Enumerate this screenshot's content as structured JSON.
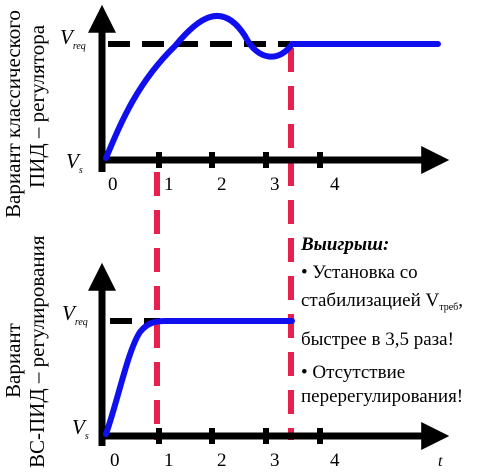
{
  "top_panel": {
    "side_label_line1": "Вариант классического",
    "side_label_line2": "ПИД – регулятора",
    "y_top_label": "V",
    "y_top_sub": "req",
    "y_bottom_label": "V",
    "y_bottom_sub": "s",
    "ticks": [
      "0",
      "1",
      "2",
      "3",
      "4"
    ]
  },
  "bottom_panel": {
    "side_label_line1": "Вариант",
    "side_label_line2": "ВС-ПИД – регулирования",
    "y_top_label": "V",
    "y_top_sub": "req",
    "y_bottom_label": "V",
    "y_bottom_sub": "s",
    "ticks": [
      "0",
      "1",
      "2",
      "3",
      "4"
    ],
    "x_axis_label": "t"
  },
  "gain": {
    "title": "Выигрыш:",
    "line1": "• Установка со",
    "line2_prefix": "стабилизацией V",
    "line2_sub": "треб",
    "line2_suffix": ",",
    "line3": "быстрее в 3,5 раза!",
    "line4": "• Отсутствие",
    "line5": "перерегулирования!"
  },
  "colors": {
    "curve": "#1010ee",
    "marker": "#e8204e",
    "axis": "#000000"
  }
}
